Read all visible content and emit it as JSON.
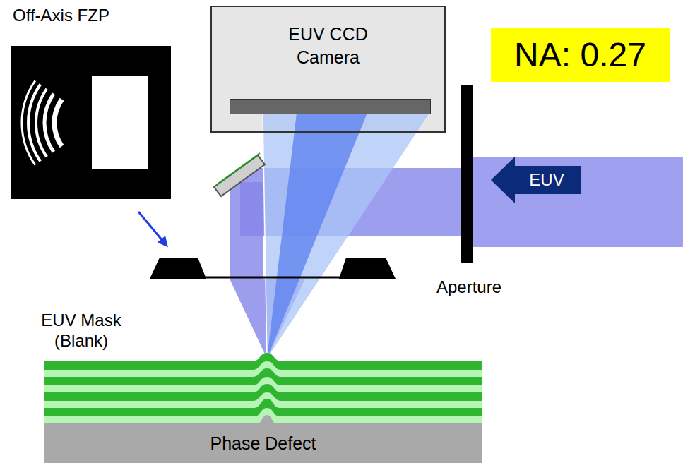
{
  "diagram": {
    "nodes": [
      {
        "text": [
          "EUV CCD Camera"
        ]
      },
      {
        "text": [
          "NA: 0.27"
        ]
      },
      {
        "text": [
          "EUV"
        ]
      },
      {
        "text": [
          "Phase Defect"
        ]
      }
    ],
    "labels": [
      "Off-Axis FZP",
      "Aperture",
      "EUV Mask (Blank)"
    ]
  }
}
